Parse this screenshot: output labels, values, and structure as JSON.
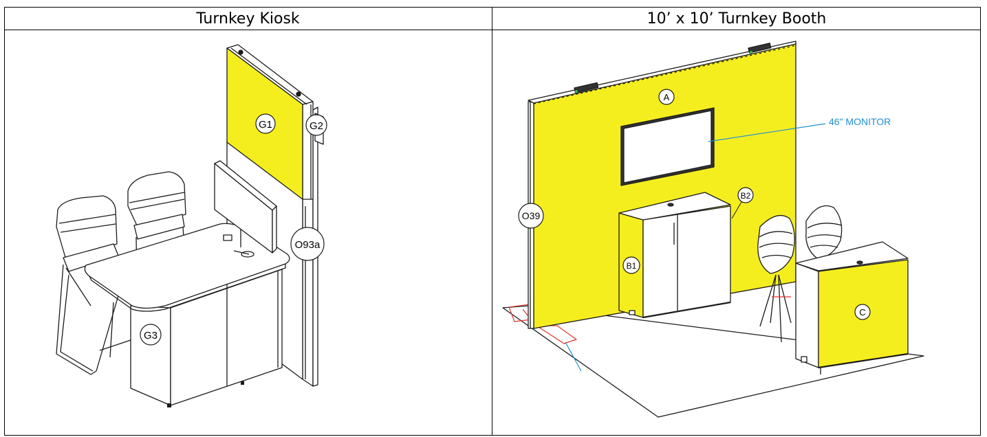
{
  "panels": [
    {
      "title": "Turnkey Kiosk",
      "callouts": {
        "g1": "G1",
        "g2": "G2",
        "g3": "G3",
        "o93a": "O93a"
      }
    },
    {
      "title": "10’ x 10’ Turnkey Booth",
      "callouts": {
        "a": "A",
        "b1": "B1",
        "b2": "B2",
        "c": "C",
        "o39": "O39"
      },
      "annotation": "46\" MONITOR"
    }
  ],
  "colors": {
    "panel_fill": "#f5ee1f",
    "annotation": "#1f8fd6",
    "floor_mark": "#e0342a",
    "line": "#1a1a1a"
  }
}
